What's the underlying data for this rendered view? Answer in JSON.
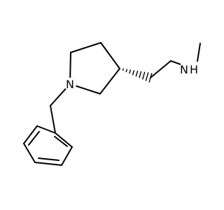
{
  "molecule": {
    "atoms": {
      "ring_nitrogen": "N",
      "amine_nitrogen": "N",
      "amine_hydrogen": "H"
    },
    "stereo_bond": "hashed-wedge",
    "colors": {
      "bond": "#000000",
      "label": "#000000",
      "background": "#ffffff"
    }
  }
}
